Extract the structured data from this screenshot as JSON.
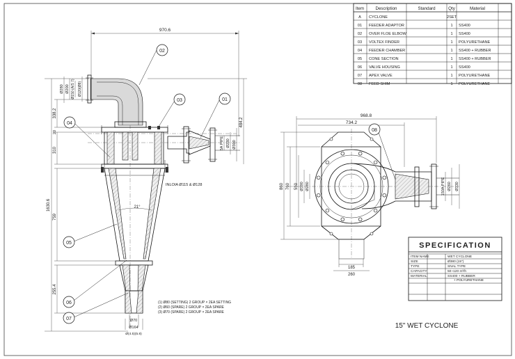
{
  "bom": {
    "headers": {
      "item": "Item",
      "description": "Description",
      "standard": "Standard",
      "qty": "Qty",
      "material": "Material"
    },
    "rows": [
      {
        "item": "A",
        "description": "CYCLONE",
        "standard": "",
        "qty": "2SET",
        "material": ""
      },
      {
        "item": "01",
        "description": "FEEDER ADAPTOR",
        "standard": "",
        "qty": "1",
        "material": "SS400"
      },
      {
        "item": "02",
        "description": "OVER FLOE ELBOW",
        "standard": "",
        "qty": "1",
        "material": "SS400"
      },
      {
        "item": "03",
        "description": "VOLTEX FINDER",
        "standard": "",
        "qty": "1",
        "material": "POLYURETHANE"
      },
      {
        "item": "04",
        "description": "FEEDER CHAMBER",
        "standard": "",
        "qty": "1",
        "material": "SS400 + RUBBER"
      },
      {
        "item": "05",
        "description": "CONE SECTION",
        "standard": "",
        "qty": "1",
        "material": "SS400 + RUBBER"
      },
      {
        "item": "06",
        "description": "VALVE HOUSING",
        "standard": "",
        "qty": "1",
        "material": "SS400"
      },
      {
        "item": "07",
        "description": "APEX VALVE",
        "standard": "",
        "qty": "1",
        "material": "POLYURETHANE"
      },
      {
        "item": "08",
        "description": "FEED SHIM",
        "standard": "",
        "qty": "1",
        "material": "POLYURETHANE"
      }
    ]
  },
  "side_view": {
    "dims": {
      "width_top": "970.6",
      "overall_height": "1630.6",
      "d_338": "338.2",
      "d_20": "20",
      "d_310": "310",
      "d_759": "759",
      "d_255": "255.4",
      "d_484": "484.2",
      "d_280": "Ø280",
      "d_200": "Ø200",
      "d_150": "Ø150 (A/S 7)",
      "d_flange": "Ø120(Ø8)",
      "feed_pipe": "5A PIPE",
      "d_230": "Ø230",
      "d_300": "Ø300",
      "angle": "21°",
      "inlet_note": "INLOIA Ø115 & Ø128",
      "apex_70": "Ø70",
      "apex_164": "Ø164",
      "apex_bottom": "Ø(4.5)(5.8)"
    },
    "notes": [
      "(1) Ø80 (SETTING) 2 GROUP × 2EA SETTING",
      "(2) Ø60   (SPARE) 2 GROUP × 2EA SPARE",
      "(3) Ø70   (SPARE) 2 GROUP × 2EA SPARE"
    ]
  },
  "top_view": {
    "dims": {
      "width_overall": "968.8",
      "width_inner": "734.2",
      "h_860": "860",
      "h_760": "760",
      "h_550": "550",
      "d_390": "Ø390",
      "d_280": "Ø280",
      "pipe": "150A PIPE",
      "d_260p": "Ø260",
      "d_330": "Ø330",
      "w_185": "185",
      "w_260": "260"
    }
  },
  "callouts": [
    "01",
    "02",
    "03",
    "04",
    "05",
    "06",
    "07",
    "08"
  ],
  "spec": {
    "title": "SPECIFICATION",
    "rows": [
      {
        "label": "ITEM NAME",
        "value": "WET CYCLONE"
      },
      {
        "label": "SIZE",
        "value": "Ø380 (15\")"
      },
      {
        "label": "TYPE",
        "value": "SNAL TYPE"
      },
      {
        "label": "CAPACITY",
        "value": "50~120 m³/h"
      },
      {
        "label": "MATERIAL",
        "value": "SS400 + RUBBER"
      },
      {
        "label": "",
        "value": "+ POLYURETHANE"
      }
    ]
  },
  "drawing_title": "15\" WET CYCLONE"
}
